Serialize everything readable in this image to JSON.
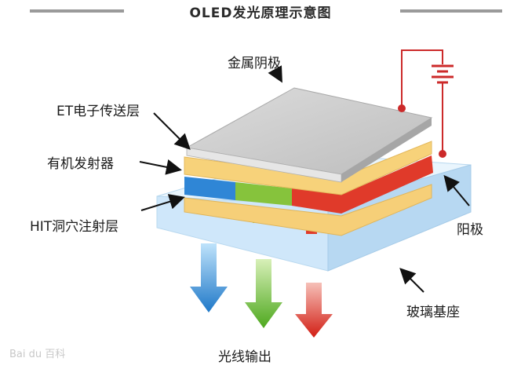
{
  "title": "OLED发光原理示意图",
  "labels": {
    "cathode": "金属阴极",
    "et_layer": "ET电子传送层",
    "emitter": "有机发射器",
    "hit_layer": "HIT洞穴注射层",
    "anode": "阳极",
    "glass_base": "玻璃基座",
    "light_output": "光线输出"
  },
  "watermark": "Bai du 百科",
  "colors": {
    "cathode": "#cfcfcf",
    "transport_layer": "#f7d27a",
    "emitter_blue": "#2f86d6",
    "emitter_green": "#86c33c",
    "emitter_red": "#e03a2a",
    "glass": "#d6ebfb",
    "circuit": "#cc2a2a"
  },
  "icons": [
    "battery-icon",
    "arrow-blue-icon",
    "arrow-green-icon",
    "arrow-red-icon"
  ]
}
